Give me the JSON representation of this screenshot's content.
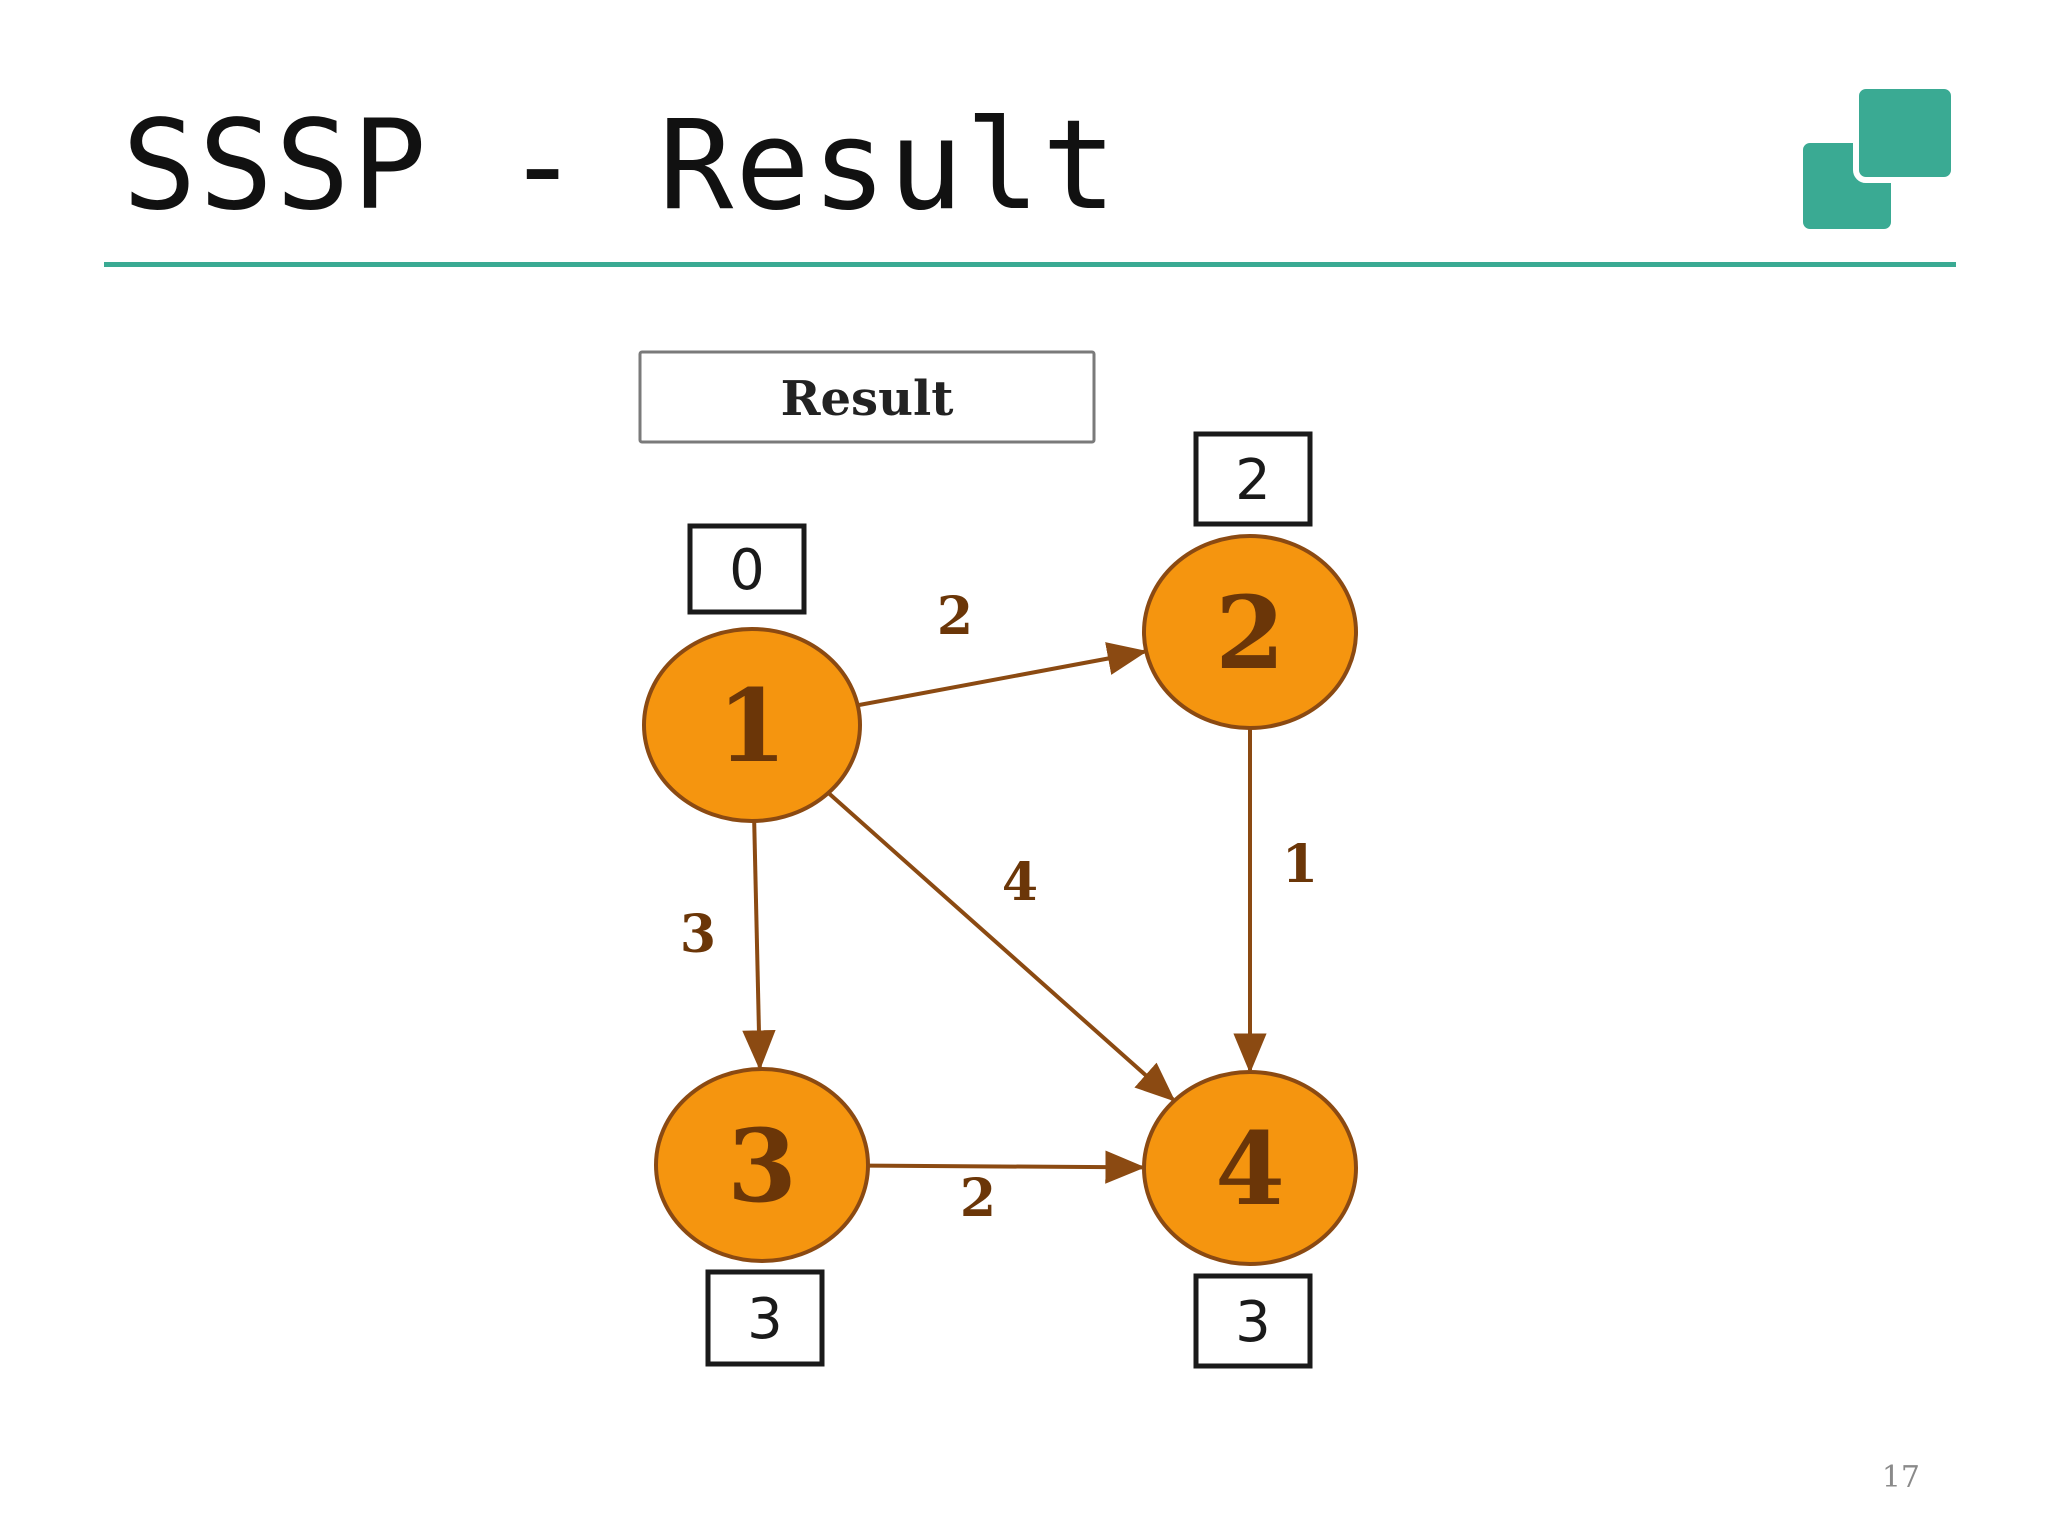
{
  "slide": {
    "title": "SSSP - Result",
    "page_number": "17"
  },
  "colors": {
    "accent": "#3aaa93",
    "node_fill": "#f5950f",
    "node_stroke": "#8b4a12",
    "node_text": "#6b3608",
    "edge": "#8b4a12"
  },
  "diagram": {
    "header_label": "Result",
    "nodes": [
      {
        "id": "1",
        "label": "1",
        "distance": "0"
      },
      {
        "id": "2",
        "label": "2",
        "distance": "2"
      },
      {
        "id": "3",
        "label": "3",
        "distance": "3"
      },
      {
        "id": "4",
        "label": "4",
        "distance": "3"
      }
    ],
    "edges": [
      {
        "from": "1",
        "to": "2",
        "weight": "2"
      },
      {
        "from": "1",
        "to": "3",
        "weight": "3"
      },
      {
        "from": "1",
        "to": "4",
        "weight": "4"
      },
      {
        "from": "2",
        "to": "4",
        "weight": "1"
      },
      {
        "from": "3",
        "to": "4",
        "weight": "2"
      }
    ]
  }
}
